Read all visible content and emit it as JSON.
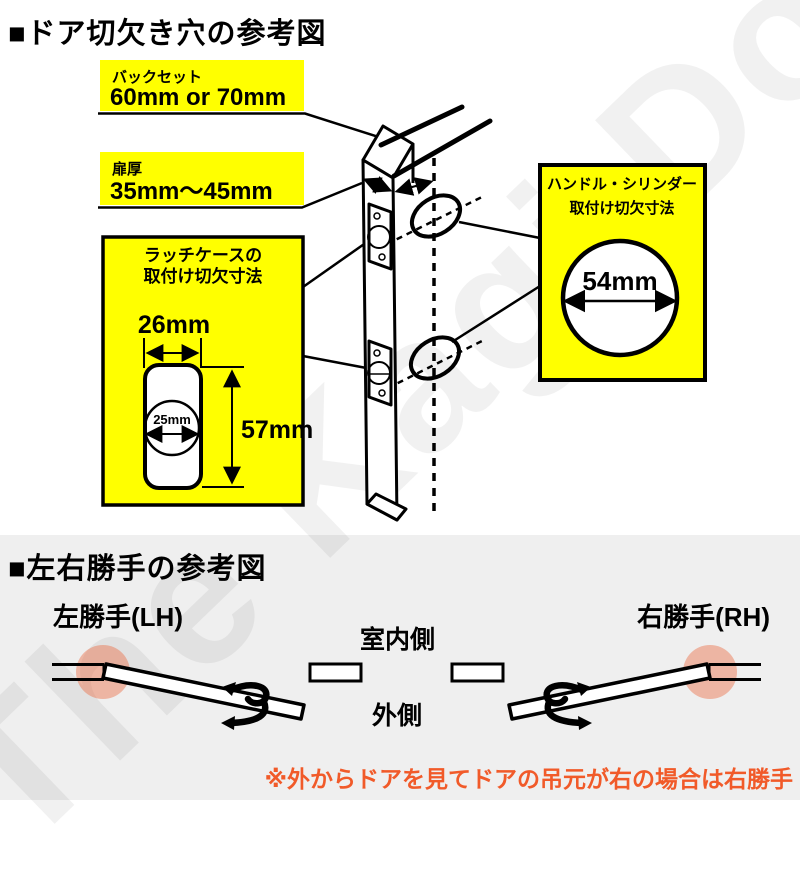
{
  "section_cutout": {
    "title": "■ドア切欠き穴の参考図",
    "backset": {
      "label": "バックセット",
      "value": "60mm or 70mm"
    },
    "door_thickness": {
      "label": "扉厚",
      "value": "35mm〜45mm"
    },
    "latch_case": {
      "label_line1": "ラッチケースの",
      "label_line2": "取付け切欠寸法",
      "cutout_width": "26mm",
      "cutout_height": "57mm",
      "latch_hole_diameter": "25mm"
    },
    "handle_cylinder": {
      "label_line1": "ハンドル・シリンダー",
      "label_line2": "取付け切欠寸法",
      "hole_diameter": "54mm"
    }
  },
  "section_handing": {
    "title": "■左右勝手の参考図",
    "left_hand_label": "左勝手(LH)",
    "right_hand_label": "右勝手(RH)",
    "indoor_label": "室内側",
    "outdoor_label": "外側",
    "note": "※外からドアを見てドアの吊元が右の場合は右勝手"
  },
  "watermark": "The Kagi Do",
  "colors": {
    "highlight_yellow": "#ffff00",
    "note_orange": "#f15a29",
    "hinge_highlight": "rgba(235,110,70,0.45)",
    "section2_background": "#efefef"
  }
}
